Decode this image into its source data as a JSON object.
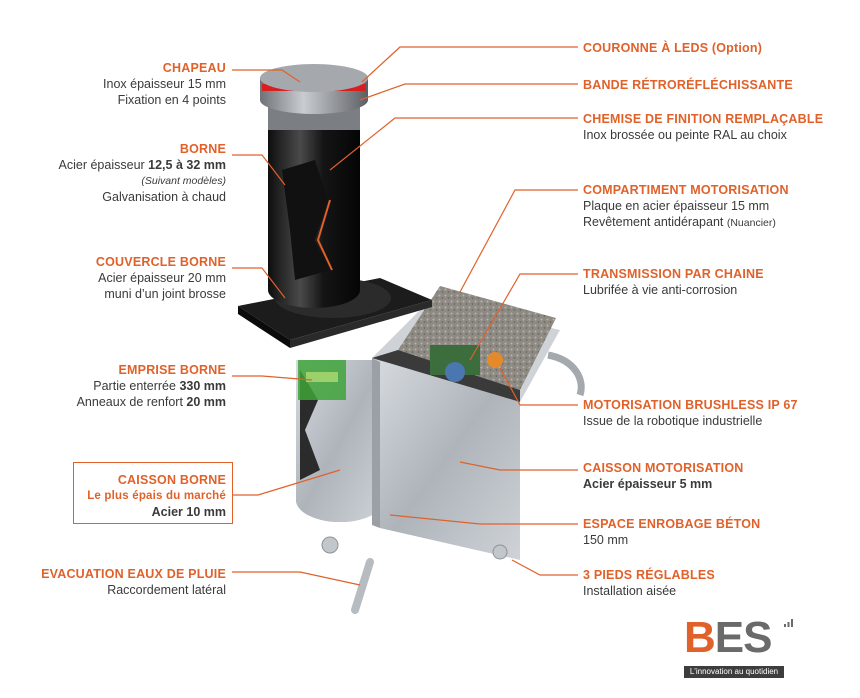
{
  "colors": {
    "accent": "#e0612a",
    "text": "#3a3a3a",
    "galvanized": "#b9bec4",
    "black": "#1c1c1c"
  },
  "labels_left": [
    {
      "id": "chapeau",
      "title": "CHAPEAU",
      "lines": [
        "Inox épaisseur 15 mm",
        "Fixation en 4 points"
      ]
    },
    {
      "id": "borne",
      "title": "BORNE",
      "line1_pre": "Acier épaisseur ",
      "line1_bold": "12,5 à 32 mm",
      "line2_italic": "(Suivant modèles)",
      "line3": "Galvanisation à chaud"
    },
    {
      "id": "couvercle",
      "title": "COUVERCLE BORNE",
      "lines": [
        "Acier épaisseur 20 mm",
        "muni d’un joint brosse"
      ]
    },
    {
      "id": "emprise",
      "title": "EMPRISE BORNE",
      "line1_pre": "Partie enterrée ",
      "line1_bold": "330 mm",
      "line2_pre": "Anneaux de renfort ",
      "line2_bold": "20 mm"
    },
    {
      "id": "caisson_borne",
      "title": "CAISSON BORNE",
      "subtitle": "Le plus épais du marché",
      "line_bold": "Acier 10 mm"
    },
    {
      "id": "evacuation",
      "title": "EVACUATION EAUX DE PLUIE",
      "lines": [
        "Raccordement latéral"
      ]
    }
  ],
  "labels_right": [
    {
      "id": "couronne",
      "title": "COURONNE À LEDS (Option)"
    },
    {
      "id": "bande",
      "title": "BANDE RÉTRORÉFLÉCHISSANTE"
    },
    {
      "id": "chemise",
      "title": "CHEMISE DE FINITION REMPLAÇABLE",
      "lines": [
        "Inox brossée ou peinte RAL au choix"
      ]
    },
    {
      "id": "compartiment",
      "title": "COMPARTIMENT MOTORISATION",
      "lines": [
        "Plaque en acier épaisseur 15 mm"
      ],
      "line2_pre": "Revêtement antidérapant ",
      "line2_small": "(Nuancier)"
    },
    {
      "id": "transmission",
      "title": "TRANSMISSION PAR CHAINE",
      "lines": [
        "Lubrifée à vie anti-corrosion"
      ]
    },
    {
      "id": "motorisation",
      "title": "MOTORISATION BRUSHLESS IP 67",
      "lines": [
        "Issue de la robotique industrielle"
      ]
    },
    {
      "id": "caisson_moto",
      "title": "CAISSON MOTORISATION",
      "line_bold": "Acier épaisseur 5 mm"
    },
    {
      "id": "espace",
      "title": "ESPACE ENROBAGE BÉTON",
      "lines": [
        "150 mm"
      ]
    },
    {
      "id": "pieds",
      "title": "3 PIEDS RÉGLABLES",
      "lines": [
        "Installation aisée"
      ]
    }
  ],
  "logo": {
    "letters_1": "B",
    "letters_2": "ES",
    "tagline": "L'innovation au quotidien"
  }
}
